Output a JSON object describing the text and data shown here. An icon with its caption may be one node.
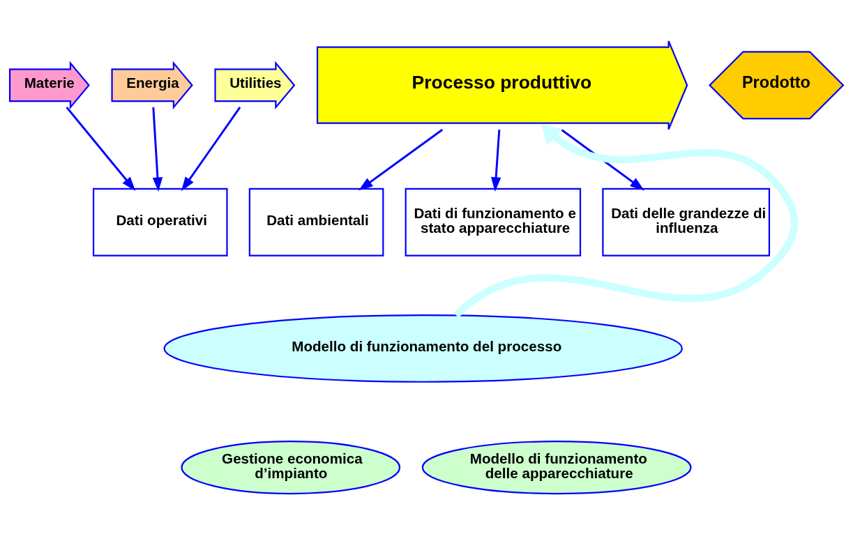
{
  "diagram": {
    "nodes": [
      {
        "text": [
          "Materie"
        ]
      },
      {
        "text": [
          "Energia"
        ]
      },
      {
        "text": [
          "Utilities"
        ]
      },
      {
        "text": [
          "Processo produttivo"
        ]
      },
      {
        "text": [
          "Prodotto"
        ]
      },
      {
        "text": [
          "Dati operativi"
        ]
      },
      {
        "text": [
          "Dati ambientali"
        ]
      },
      {
        "text": [
          "Dati di funzionamento e stato apparecchiature"
        ]
      },
      {
        "text": [
          "Dati delle grandezze di influenza"
        ]
      },
      {
        "text": [
          "Modello di funzionamento del processo"
        ]
      },
      {
        "text": [
          "Gestione economica d’impianto"
        ]
      },
      {
        "text": [
          "Modello di funzionamento delle apparecchiature"
        ]
      }
    ],
    "edges": [
      {
        "from": 0,
        "to": 5,
        "arrow": "to"
      },
      {
        "from": 1,
        "to": 5,
        "arrow": "to"
      },
      {
        "from": 2,
        "to": 5,
        "arrow": "to"
      },
      {
        "from": 3,
        "to": 6,
        "arrow": "to"
      },
      {
        "from": 3,
        "to": 7,
        "arrow": "to"
      },
      {
        "from": 3,
        "to": 8,
        "arrow": "to"
      },
      {
        "from": 9,
        "to": 3,
        "arrow": "to",
        "style": "thick",
        "color": "#ccffff"
      }
    ]
  }
}
